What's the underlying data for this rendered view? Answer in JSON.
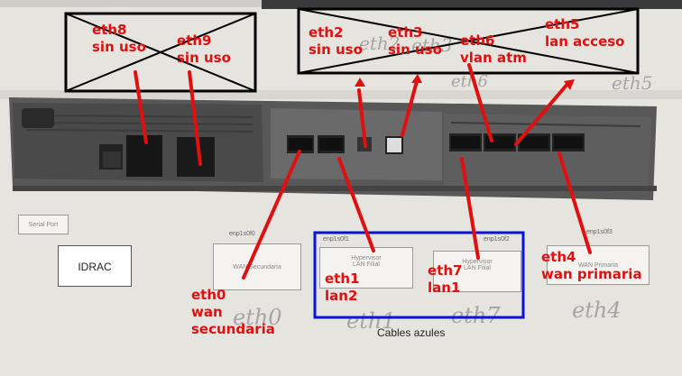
{
  "labels": {
    "eth8": {
      "name": "eth8",
      "status": "sin uso"
    },
    "eth9": {
      "name": "eth9",
      "status": "sin uso"
    },
    "eth2": {
      "name": "eth2",
      "status": "sin uso"
    },
    "eth3": {
      "name": "eth3",
      "status": "sin uso"
    },
    "eth6": {
      "name": "eth6",
      "status": "vlan atm"
    },
    "eth5": {
      "name": "eth5",
      "status": "lan acceso"
    },
    "eth0": {
      "name": "eth0",
      "line2": "wan",
      "line3": "secundaria"
    },
    "eth1": {
      "name": "eth1",
      "status": "lan2"
    },
    "eth7": {
      "name": "eth7",
      "status": "lan1"
    },
    "eth4": {
      "name": "eth4",
      "status": "wan primaria"
    }
  },
  "idrac_label": "IDRAC",
  "cables_label": "Cables azules",
  "printed": {
    "serial_port": "Serial Port",
    "wan_secundaria": "WAN Secundaria",
    "hyperviso_lan2_title": "Hypervisor",
    "hyperviso_lan2_sub": "LAN Filial",
    "hyperviso_lan1_title": "Hypervisor",
    "hyperviso_lan1_sub": "LAN Filial",
    "wan_primaria": "WAN Primaria",
    "enp1s0f0": "enp1s0f0",
    "enp1s0f1": "enp1s0f1",
    "enp1s0f2": "enp1s0f2",
    "enp1s0f3": "enp1s0f3"
  },
  "handwritten": {
    "h_eth0": "eth0",
    "h_eth1": "eth1",
    "h_eth7": "eth7",
    "h_eth4": "eth4",
    "h_eth2": "eth2",
    "h_eth3": "eth3",
    "h_eth6": "eth6",
    "h_eth5": "eth5"
  },
  "colors": {
    "annotation_red": "#e01010",
    "cross_box": "#000000",
    "blue_box": "#0a14d8",
    "paper": "#e8e6e1"
  }
}
